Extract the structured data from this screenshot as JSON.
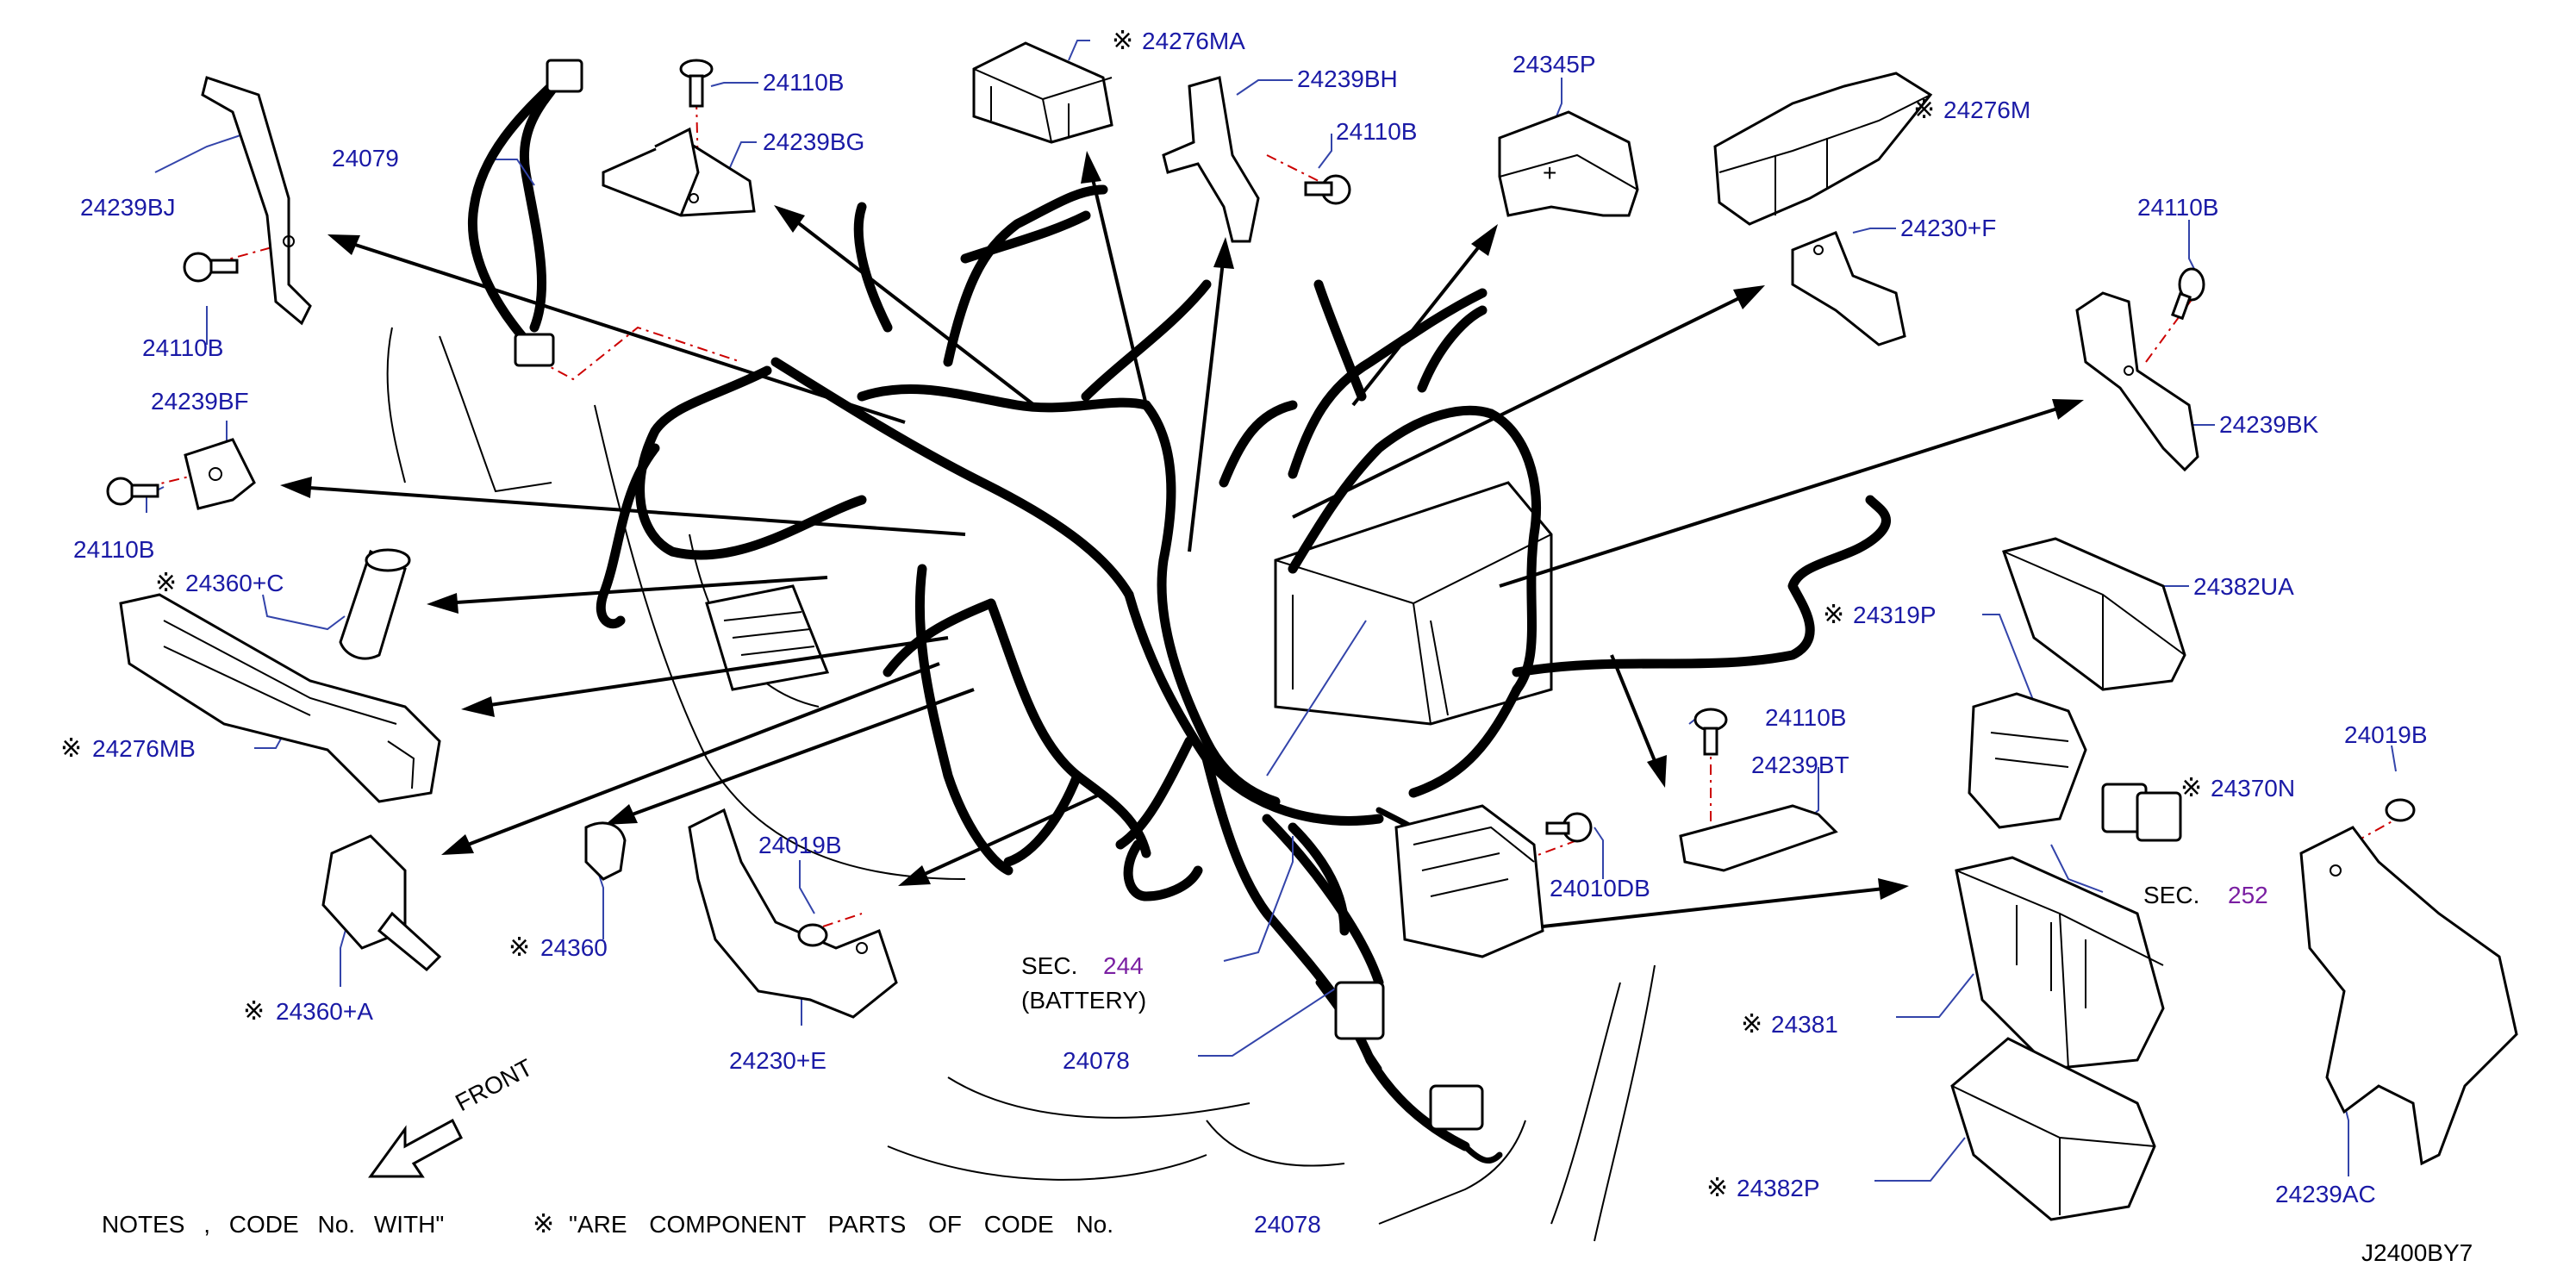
{
  "diagram_code": "J2400BY7",
  "notes": {
    "prefix": "NOTES , CODE No. WITH\"",
    "asterisk": "※",
    "suffix": "\"ARE COMPONENT PARTS OF CODE No.",
    "code": "24078"
  },
  "front_label": "FRONT",
  "sections": [
    {
      "prefix": "SEC.",
      "number": "244",
      "sub": "(BATTERY)"
    },
    {
      "prefix": "SEC.",
      "number": "252",
      "sub": ""
    }
  ],
  "labels": {
    "l24079": "24079",
    "l24239BJ": "24239BJ",
    "l24110B_a": "24110B",
    "l24239BF": "24239BF",
    "l24110B_b": "24110B",
    "l24360C": "24360+C",
    "l24276MB": "24276MB",
    "l24360A": "24360+A",
    "l24360": "24360",
    "l24110B_c": "24110B",
    "l24239BG": "24239BG",
    "l24276MA": "24276MA",
    "l24239BH": "24239BH",
    "l24110B_d": "24110B",
    "l24345P": "24345P",
    "l24276M": "24276M",
    "l24230F": "24230+F",
    "l24110B_e": "24110B",
    "l24239BK": "24239BK",
    "l24382UA": "24382UA",
    "l24319P": "24319P",
    "l24110B_f": "24110B",
    "l24239BT": "24239BT",
    "l24370N": "24370N",
    "l24019B_a": "24019B",
    "l24010DB": "24010DB",
    "l24019B_b": "24019B",
    "l24230E": "24230+E",
    "l24078_a": "24078",
    "l24381": "24381",
    "l24382P": "24382P",
    "l24239AC": "24239AC"
  },
  "asterisk_mark": "※"
}
